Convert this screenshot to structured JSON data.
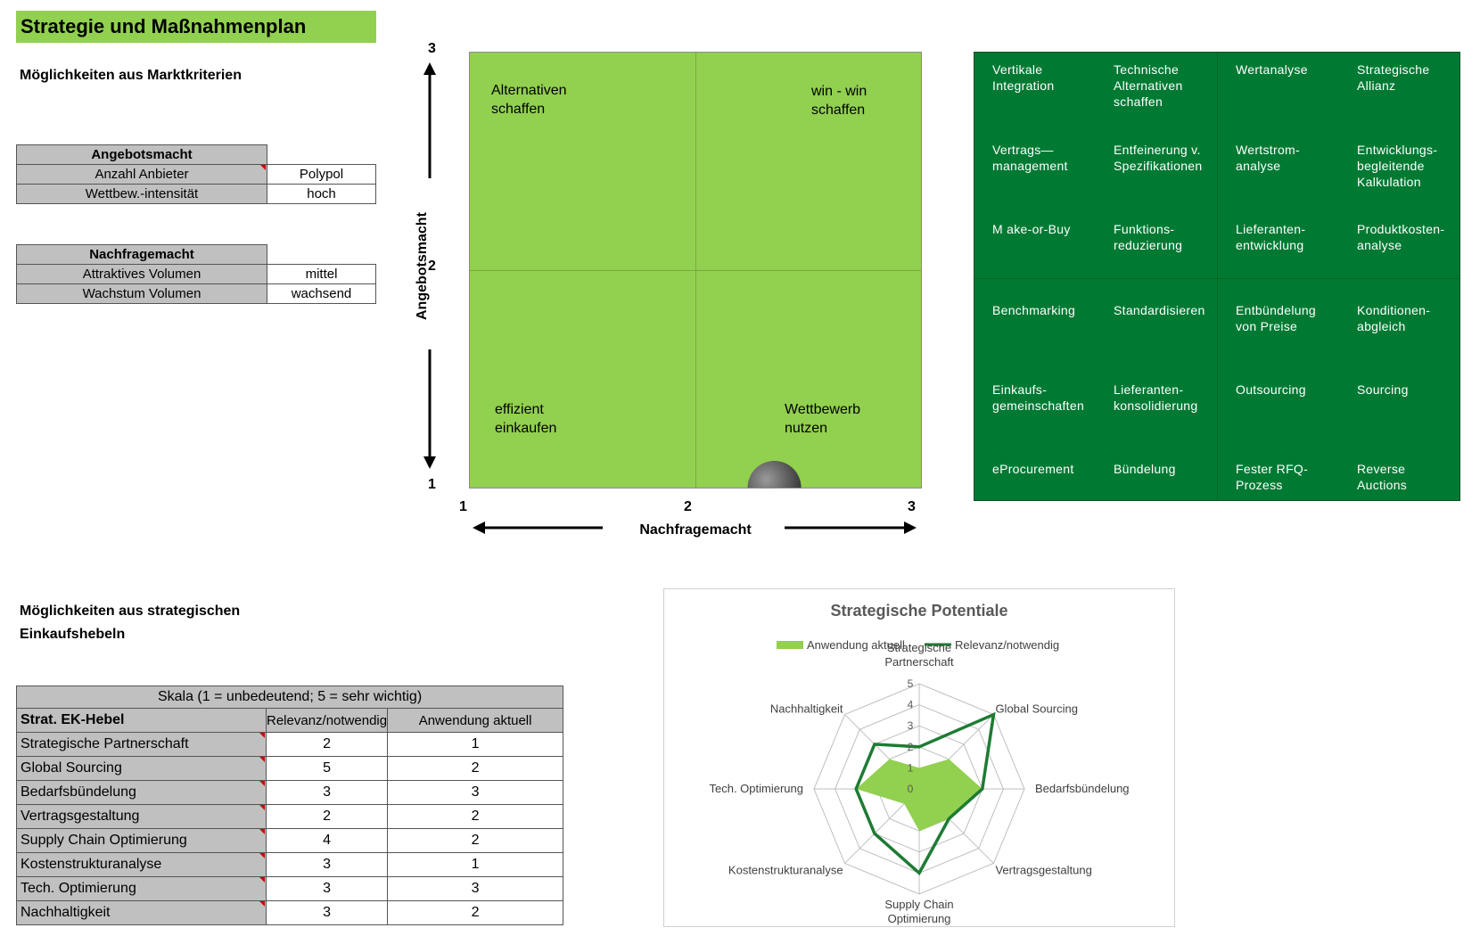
{
  "title": "Strategie und Maßnahmenplan",
  "market_section": {
    "heading": "Möglichkeiten aus Marktkriterien",
    "supply_power": {
      "header": "Angebotsmacht",
      "rows": [
        {
          "label": "Anzahl Anbieter",
          "value": "Polypol"
        },
        {
          "label": "Wettbew.-intensität",
          "value": "hoch"
        }
      ]
    },
    "demand_power": {
      "header": "Nachfragemacht",
      "rows": [
        {
          "label": "Attraktives Volumen",
          "value": "mittel"
        },
        {
          "label": "Wachstum Volumen",
          "value": "wachsend"
        }
      ]
    }
  },
  "matrix": {
    "y_axis_label": "Angebotsmacht",
    "x_axis_label": "Nachfragemacht",
    "y_ticks": [
      "3",
      "2",
      "1"
    ],
    "x_ticks": [
      "1",
      "2",
      "3"
    ],
    "quadrants": {
      "top_left": [
        "Alternativen",
        "schaffen"
      ],
      "top_right": [
        "win - win",
        "schaffen"
      ],
      "bottom_left": [
        "effizient",
        "einkaufen"
      ],
      "bottom_right": [
        "Wettbewerb",
        "nutzen"
      ]
    },
    "position_marker": {
      "x": 2.35,
      "y": 1.0
    },
    "colors": {
      "quadrant_fill": "#92d050",
      "marker": "#3a3a3a"
    }
  },
  "levers": {
    "top_left": [
      [
        "Vertikale",
        "Integration"
      ],
      [
        "Technische",
        "Alternativen",
        "schaffen"
      ],
      [
        "Vertrags—",
        "management"
      ],
      [
        "Entfeinerung  v.",
        "Spezifikationen"
      ],
      [
        "M ake-or-Buy"
      ],
      [
        "Funktions-",
        "reduzierung"
      ]
    ],
    "top_right": [
      [
        "Wertanalyse"
      ],
      [
        "Strategische",
        "Allianz"
      ],
      [
        "Wertstrom-",
        "analyse"
      ],
      [
        "Entwicklungs-",
        "begleitende",
        "Kalkulation"
      ],
      [
        "Lieferanten-",
        "entwicklung"
      ],
      [
        "Produktkosten-",
        "analyse"
      ]
    ],
    "bottom_left": [
      [
        "Benchmarking"
      ],
      [
        "Standardisieren"
      ],
      [
        "Einkaufs-",
        "gemeinschaften"
      ],
      [
        "Lieferanten-",
        "konsolidierung"
      ],
      [
        "eProcurement"
      ],
      [
        "Bündelung"
      ]
    ],
    "bottom_right": [
      [
        "Entbündelung",
        "von  Preise"
      ],
      [
        "Konditionen-",
        "abgleich"
      ],
      [
        "Outsourcing"
      ],
      [
        "Sourcing"
      ],
      [
        "Fester RFQ-",
        "Prozess"
      ],
      [
        "Reverse",
        "Auctions"
      ]
    ],
    "colors": {
      "fill": "#007a33",
      "text": "#ffffff"
    }
  },
  "strategic_section": {
    "heading_line1": "Möglichkeiten aus strategischen",
    "heading_line2": "Einkaufshebeln",
    "scale_label": "Skala (1 = unbedeutend; 5 = sehr wichtig)",
    "columns": [
      "Strat. EK-Hebel",
      "Relevanz/notwendig",
      "Anwendung aktuell"
    ],
    "rows": [
      {
        "lever": "Strategische Partnerschaft",
        "relevance": "2",
        "current": "1"
      },
      {
        "lever": "Global Sourcing",
        "relevance": "5",
        "current": "2"
      },
      {
        "lever": "Bedarfsbündelung",
        "relevance": "3",
        "current": "3"
      },
      {
        "lever": "Vertragsgestaltung",
        "relevance": "2",
        "current": "2"
      },
      {
        "lever": "Supply Chain Optimierung",
        "relevance": "4",
        "current": "2"
      },
      {
        "lever": "Kostenstrukturanalyse",
        "relevance": "3",
        "current": "1"
      },
      {
        "lever": "Tech. Optimierung",
        "relevance": "3",
        "current": "3"
      },
      {
        "lever": "Nachhaltigkeit",
        "relevance": "3",
        "current": "2"
      }
    ]
  },
  "chart_data": {
    "type": "radar",
    "title": "Strategische Potentiale",
    "categories": [
      "Strategische Partnerschaft",
      "Global Sourcing",
      "Bedarfsbündelung",
      "Vertragsgestaltung",
      "Supply Chain Optimierung",
      "Kostenstrukturanalyse",
      "Tech. Optimierung",
      "Nachhaltigkeit"
    ],
    "category_labels": [
      [
        "Strategische",
        "Partnerschaft"
      ],
      [
        "Global Sourcing"
      ],
      [
        "Bedarfsbündelung"
      ],
      [
        "Vertragsgestaltung"
      ],
      [
        "Supply Chain",
        "Optimierung"
      ],
      [
        "Kostenstrukturanalyse"
      ],
      [
        "Tech. Optimierung"
      ],
      [
        "Nachhaltigkeit"
      ]
    ],
    "series": [
      {
        "name": "Anwendung aktuell",
        "values": [
          1,
          2,
          3,
          2,
          2,
          1,
          3,
          2
        ],
        "style": "filled",
        "color": "#92d050"
      },
      {
        "name": "Relevanz/notwendig",
        "values": [
          2,
          5,
          3,
          2,
          4,
          3,
          3,
          3
        ],
        "style": "line",
        "color": "#1e7b34"
      }
    ],
    "rlim": [
      0,
      5
    ],
    "r_ticks": [
      "0",
      "1",
      "2",
      "3",
      "4",
      "5"
    ],
    "legend_position": "top"
  }
}
